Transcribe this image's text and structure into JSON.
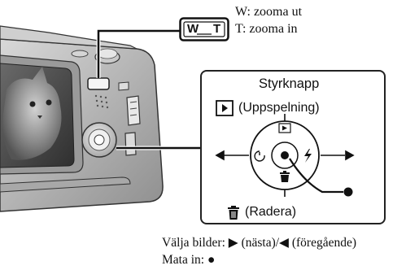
{
  "zoom": {
    "switch_w": "W",
    "switch_t": "T",
    "line_w": "W: zooma ut",
    "line_t": "T: zooma in"
  },
  "panel": {
    "title": "Styrknapp",
    "playback_label": "(Uppspelning)",
    "delete_label": "(Radera)"
  },
  "bottom": {
    "select_images": "Välja bilder: ▶ (nästa)/◀ (föregående)",
    "enter": "Mata in: ●"
  },
  "icons": [
    "camera-illustration",
    "playback-icon",
    "trash-icon",
    "self-timer-icon",
    "flash-icon",
    "center-button-dot"
  ],
  "colors": {
    "panel_border": "#222222",
    "camera_body": "#b9b9b9",
    "screen": "#4a4a4a"
  }
}
